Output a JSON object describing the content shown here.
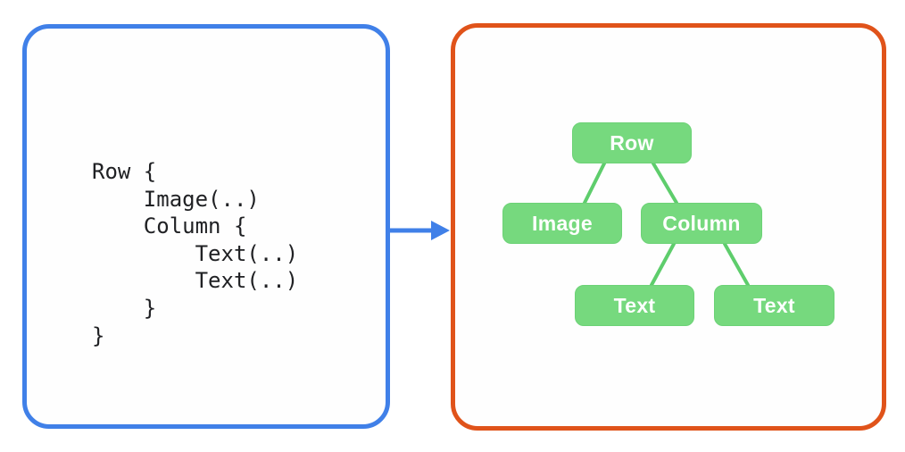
{
  "diagram": {
    "type": "code-to-ui-tree",
    "left_panel": {
      "code": "Row {\n    Image(..)\n    Column {\n        Text(..)\n        Text(..)\n    }\n}"
    },
    "arrow": {
      "direction": "right"
    },
    "right_panel": {
      "tree": {
        "nodes": [
          {
            "id": "row",
            "label": "Row"
          },
          {
            "id": "image",
            "label": "Image"
          },
          {
            "id": "column",
            "label": "Column"
          },
          {
            "id": "text-left",
            "label": "Text"
          },
          {
            "id": "text-right",
            "label": "Text"
          }
        ],
        "edges": [
          {
            "from": "row",
            "to": "image"
          },
          {
            "from": "row",
            "to": "column"
          },
          {
            "from": "column",
            "to": "text-left"
          },
          {
            "from": "column",
            "to": "text-right"
          }
        ]
      }
    },
    "colors": {
      "left_panel_border": "#4080E8",
      "arrow": "#4080E8",
      "right_panel_border": "#E0531A",
      "node_fill": "#76D97E",
      "node_text": "#FFFFFF",
      "edge_line": "#5ECD6C",
      "code_text": "#202124",
      "background": "#FFFFFF"
    }
  }
}
